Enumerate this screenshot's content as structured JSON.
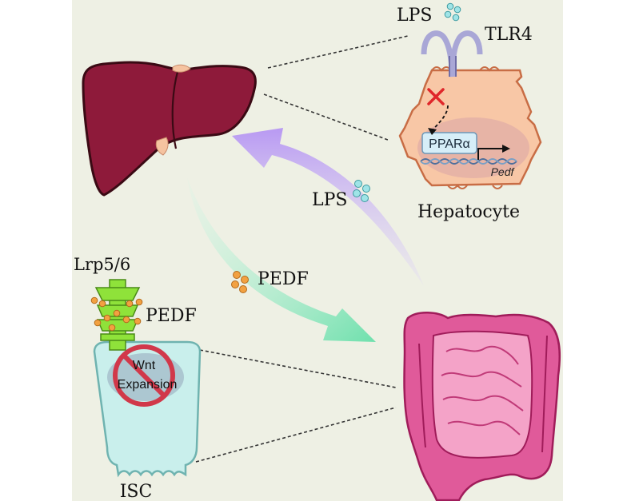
{
  "labels": {
    "lps_top": "LPS",
    "tlr4": "TLR4",
    "ppar": "PPARα",
    "pedf_gene": "Pedf",
    "hepatocyte": "Hepatocyte",
    "lps_arrow": "LPS",
    "pedf_arrow": "PEDF",
    "lrp": "Lrp5/6",
    "pedf_receptor": "PEDF",
    "wnt": "Wnt",
    "expansion": "Expansion",
    "isc": "ISC"
  },
  "colors": {
    "background_panel": "#eef0e4",
    "liver": "#8e1a3a",
    "liver_outline": "#3a0a14",
    "gallbladder": "#f5c3a0",
    "hepatocyte_fill": "#f8c7a6",
    "hepatocyte_outline": "#c86d45",
    "nucleus": "#e7b4a6",
    "tlr4": "#a9a7d6",
    "lps_dots": "#9fe4e7",
    "lps_arrow": "#b899f2",
    "pedf_arrow": "#7fe5b4",
    "pedf_dots": "#f2a141",
    "receptor": "#8fe23a",
    "isc_fill": "#c9efec",
    "isc_outline": "#6fb3b0",
    "prohibit": "#d1384a",
    "intestine": "#e05a9a",
    "intestine_dark": "#a01c5a"
  }
}
